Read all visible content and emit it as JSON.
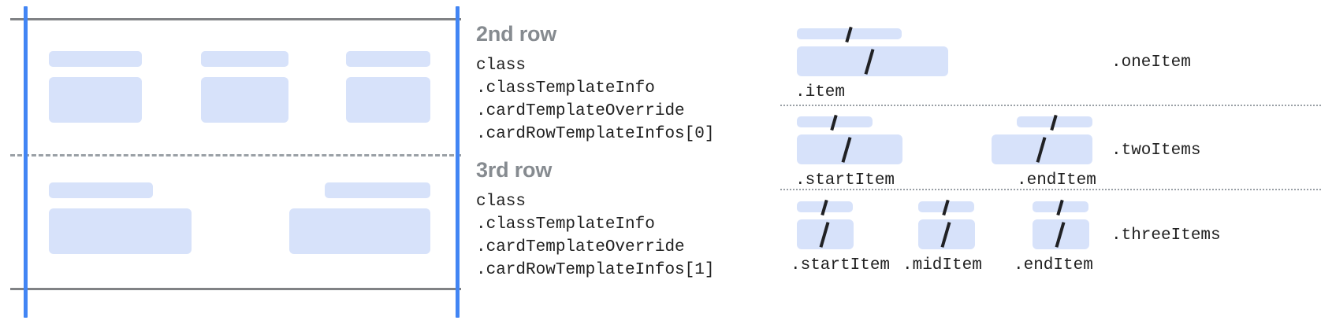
{
  "palette": {
    "placeholder_fill": "#d7e2fa",
    "guide_blue": "#4285f4",
    "rule_gray": "#808285",
    "title_gray": "#868b90",
    "code_text": "#212121",
    "slash_dark": "#202124",
    "page_background": "#ffffff"
  },
  "left_panel": {
    "name": "card-rows-preview",
    "top_rule": "solid-horizontal-rule",
    "bottom_rule": "solid-horizontal-rule",
    "mid_rule": "dashed-row-divider",
    "left_guide": "vertical-blue-guide",
    "right_guide": "vertical-blue-guide",
    "rows": [
      {
        "id": "second-row-preview",
        "items": [
          {
            "label_bar": true,
            "value_box": true
          },
          {
            "label_bar": true,
            "value_box": true
          },
          {
            "label_bar": true,
            "value_box": true
          }
        ]
      },
      {
        "id": "third-row-preview",
        "items": [
          {
            "label_bar": true,
            "value_box": true
          },
          {
            "label_bar": true,
            "value_box": true
          }
        ]
      }
    ]
  },
  "descriptions": [
    {
      "title": "2nd row",
      "lines": [
        "class",
        ".classTemplateInfo",
        ".cardTemplateOverride",
        ".cardRowTemplateInfos[0]"
      ]
    },
    {
      "title": "3rd row",
      "lines": [
        "class",
        ".classTemplateInfo",
        ".cardTemplateOverride",
        ".cardRowTemplateInfos[1]"
      ]
    }
  ],
  "layouts": [
    {
      "group_label": ".oneItem",
      "name": "one-item-layout",
      "items": [
        {
          "label": ".item",
          "glyph": "slash-icon"
        }
      ]
    },
    {
      "group_label": ".twoItems",
      "name": "two-items-layout",
      "items": [
        {
          "label": ".startItem",
          "glyph": "slash-icon"
        },
        {
          "label": ".endItem",
          "glyph": "slash-icon"
        }
      ]
    },
    {
      "group_label": ".threeItems",
      "name": "three-items-layout",
      "items": [
        {
          "label": ".startItem",
          "glyph": "slash-icon"
        },
        {
          "label": ".midItem",
          "glyph": "slash-icon"
        },
        {
          "label": ".endItem",
          "glyph": "slash-icon"
        }
      ]
    }
  ],
  "dividers": {
    "one_two": "dotted-layout-divider",
    "two_three": "dotted-layout-divider"
  }
}
